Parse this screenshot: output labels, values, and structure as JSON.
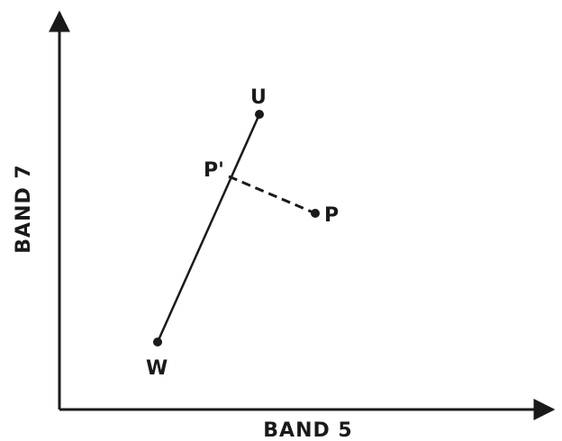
{
  "axes": {
    "x_label": "BAND 5",
    "y_label": "BAND 7"
  },
  "points": {
    "u": "U",
    "w": "W",
    "p": "P",
    "p_prime": "P'"
  },
  "colors": {
    "ink": "#1a1a1a",
    "background": "#ffffff"
  }
}
